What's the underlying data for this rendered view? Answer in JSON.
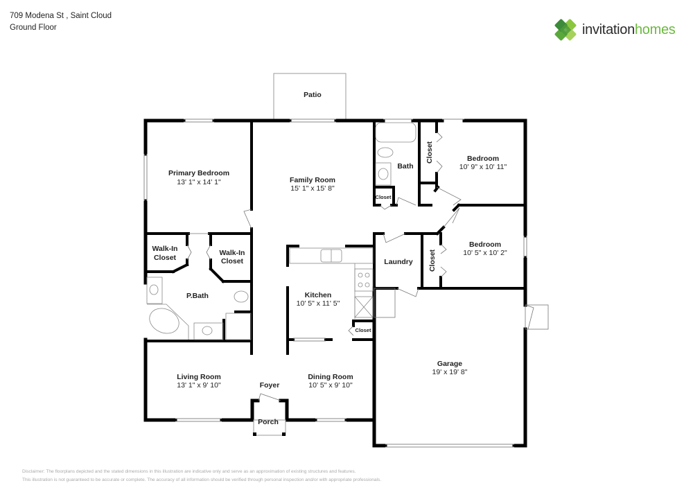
{
  "header": {
    "address": "709 Modena St , Saint Cloud",
    "floor": "Ground Floor"
  },
  "logo": {
    "word1": "invitation",
    "word2": "homes",
    "colors": {
      "dark_text": "#2b2b2b",
      "green_text": "#6cb83f",
      "light_green": "#8cc63f",
      "mid_green": "#5aa83c",
      "dark_green": "#3c8a3a"
    }
  },
  "rooms": {
    "patio": {
      "name": "Patio"
    },
    "primary_bedroom": {
      "name": "Primary Bedroom",
      "dims": "13' 1\" x 14' 1\""
    },
    "family_room": {
      "name": "Family Room",
      "dims": "15' 1\" x 15' 8\""
    },
    "bath": {
      "name": "Bath"
    },
    "bath_closet": {
      "name": "Closet"
    },
    "bedroom1_closet": {
      "name": "Closet"
    },
    "bedroom1": {
      "name": "Bedroom",
      "dims": "10' 9\" x 10' 11\""
    },
    "bedroom2": {
      "name": "Bedroom",
      "dims": "10' 5\" x 10' 2\""
    },
    "bedroom2_closet": {
      "name": "Closet"
    },
    "laundry": {
      "name": "Laundry"
    },
    "walkin_closet_left": {
      "name1": "Walk-In",
      "name2": "Closet"
    },
    "walkin_closet_right": {
      "name1": "Walk-In",
      "name2": "Closet"
    },
    "pbath": {
      "name": "P.Bath"
    },
    "kitchen": {
      "name": "Kitchen",
      "dims": "10' 5\" x 11' 5\""
    },
    "kitchen_closet": {
      "name": "Closet"
    },
    "garage": {
      "name": "Garage",
      "dims": "19' x 19' 8\""
    },
    "living_room": {
      "name": "Living Room",
      "dims": "13' 1\" x 9' 10\""
    },
    "foyer": {
      "name": "Foyer"
    },
    "dining_room": {
      "name": "Dining Room",
      "dims": "10' 5\" x 9' 10\""
    },
    "porch": {
      "name": "Porch"
    }
  },
  "disclaimer": {
    "line1": "Disclaimer: The floorplans depicted and the stated dimensions in this illustration are indicative only and serve as an approximation of existing structures and features.",
    "line2": "This illustration is not guaranteed to be accurate or complete. The accuracy of all information should be verified through personal inspection and/or with appropriate professionals."
  }
}
